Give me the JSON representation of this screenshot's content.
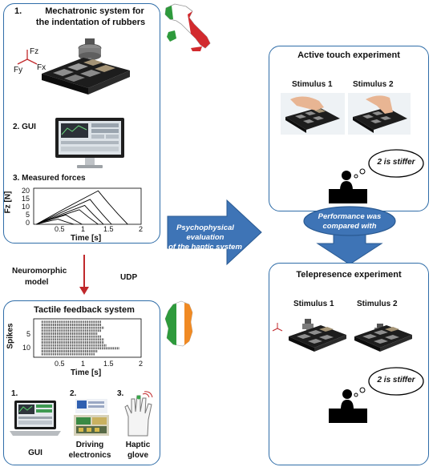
{
  "left_top": {
    "step1_number": "1.",
    "step1_title_line1": "Mechatronic system for",
    "step1_title_line2": "the indentation of rubbers",
    "axis_fz": "Fz",
    "axis_fx": "Fx",
    "axis_fy": "Fy",
    "step2_label": "2.  GUI",
    "step3_label": "3.  Measured forces"
  },
  "force_chart": {
    "ylabel": "Fz [N]",
    "xlabel": "Time [s]",
    "yticks": [
      "20",
      "15",
      "10",
      "5",
      "0"
    ],
    "xticks": [
      "0.5",
      "1",
      "1.5",
      "2"
    ]
  },
  "chart_data": [
    {
      "type": "line",
      "ylabel": "Fz [N]",
      "xlabel": "Time [s]",
      "xlim": [
        0,
        2
      ],
      "ylim": [
        0,
        21
      ],
      "series": [
        {
          "peak_x": 1.2,
          "peak_y": 19.5,
          "end_x": 1.75
        },
        {
          "peak_x": 1.05,
          "peak_y": 14.5,
          "end_x": 1.45
        },
        {
          "peak_x": 0.95,
          "peak_y": 11.0,
          "end_x": 1.3
        },
        {
          "peak_x": 0.85,
          "peak_y": 8.5,
          "end_x": 1.2
        },
        {
          "peak_x": 0.6,
          "peak_y": 5.5,
          "end_x": 0.9
        },
        {
          "peak_x": 0.45,
          "peak_y": 3.0,
          "end_x": 0.75
        }
      ]
    },
    {
      "type": "scatter",
      "ylabel": "Spikes",
      "xlabel": "Time [s]",
      "xlim": [
        0,
        2
      ],
      "ylim": [
        0,
        12
      ],
      "rows": 12,
      "row_spans": [
        [
          0.15,
          1.25
        ],
        [
          0.15,
          1.25
        ],
        [
          0.15,
          1.3
        ],
        [
          0.15,
          1.25
        ],
        [
          0.15,
          1.2
        ],
        [
          0.15,
          1.25
        ],
        [
          0.15,
          1.3
        ],
        [
          0.15,
          1.3
        ],
        [
          0.15,
          1.35
        ],
        [
          0.15,
          1.6
        ],
        [
          0.15,
          1.2
        ],
        [
          0.15,
          1.15
        ]
      ]
    }
  ],
  "left_bottom": {
    "title": "Tactile feedback system",
    "item1_number": "1.",
    "item2_number": "2.",
    "item3_number": "3.",
    "item1_label": "GUI",
    "item2_label_line1": "Driving",
    "item2_label_line2": "electronics",
    "item3_label_line1": "Haptic",
    "item3_label_line2": "glove"
  },
  "spike_chart": {
    "ylabel": "Spikes",
    "xlabel": "Time [s]",
    "yticks": [
      "5",
      "10"
    ],
    "xticks": [
      "0.5",
      "1",
      "1.5",
      "2"
    ]
  },
  "middle": {
    "neuromorphic_line1": "Neuromorphic",
    "neuromorphic_line2": "model",
    "udp": "UDP",
    "big_arrow_line1": "Psychophysical",
    "big_arrow_line2": "evaluation",
    "big_arrow_line3": "of the haptic system"
  },
  "right_top": {
    "title": "Active touch experiment",
    "stimulus1": "Stimulus 1",
    "stimulus2": "Stimulus 2",
    "thought": "2 is stiffer"
  },
  "ellipse": {
    "line1": "Performance was",
    "line2": "compared with"
  },
  "right_bottom": {
    "title": "Telepresence experiment",
    "stimulus1": "Stimulus 1",
    "stimulus2": "Stimulus 2",
    "thought": "2 is stiffer"
  },
  "colors": {
    "panel_border": "#2f6da8",
    "arrow_blue": "#3e74b6",
    "arrow_red": "#c0282b",
    "chart_line": "#000000"
  }
}
